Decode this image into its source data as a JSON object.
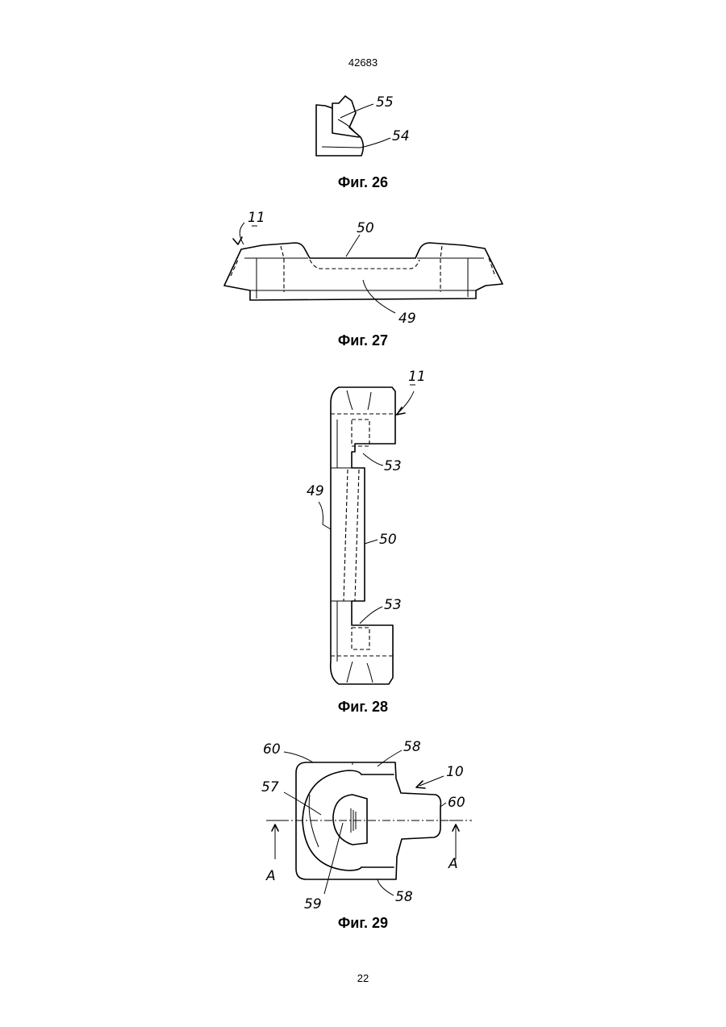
{
  "document": {
    "header_number": "42683",
    "page_number": "22"
  },
  "figures": [
    {
      "caption": "Фиг. 26",
      "refs": [
        "55",
        "54"
      ]
    },
    {
      "caption": "Фиг. 27",
      "refs": [
        "11",
        "50",
        "49"
      ]
    },
    {
      "caption": "Фиг. 28",
      "refs": [
        "11",
        "53",
        "49",
        "50",
        "53"
      ]
    },
    {
      "caption": "Фиг. 29",
      "refs": [
        "60",
        "58",
        "10",
        "57",
        "60",
        "A",
        "A",
        "59",
        "58"
      ]
    }
  ]
}
